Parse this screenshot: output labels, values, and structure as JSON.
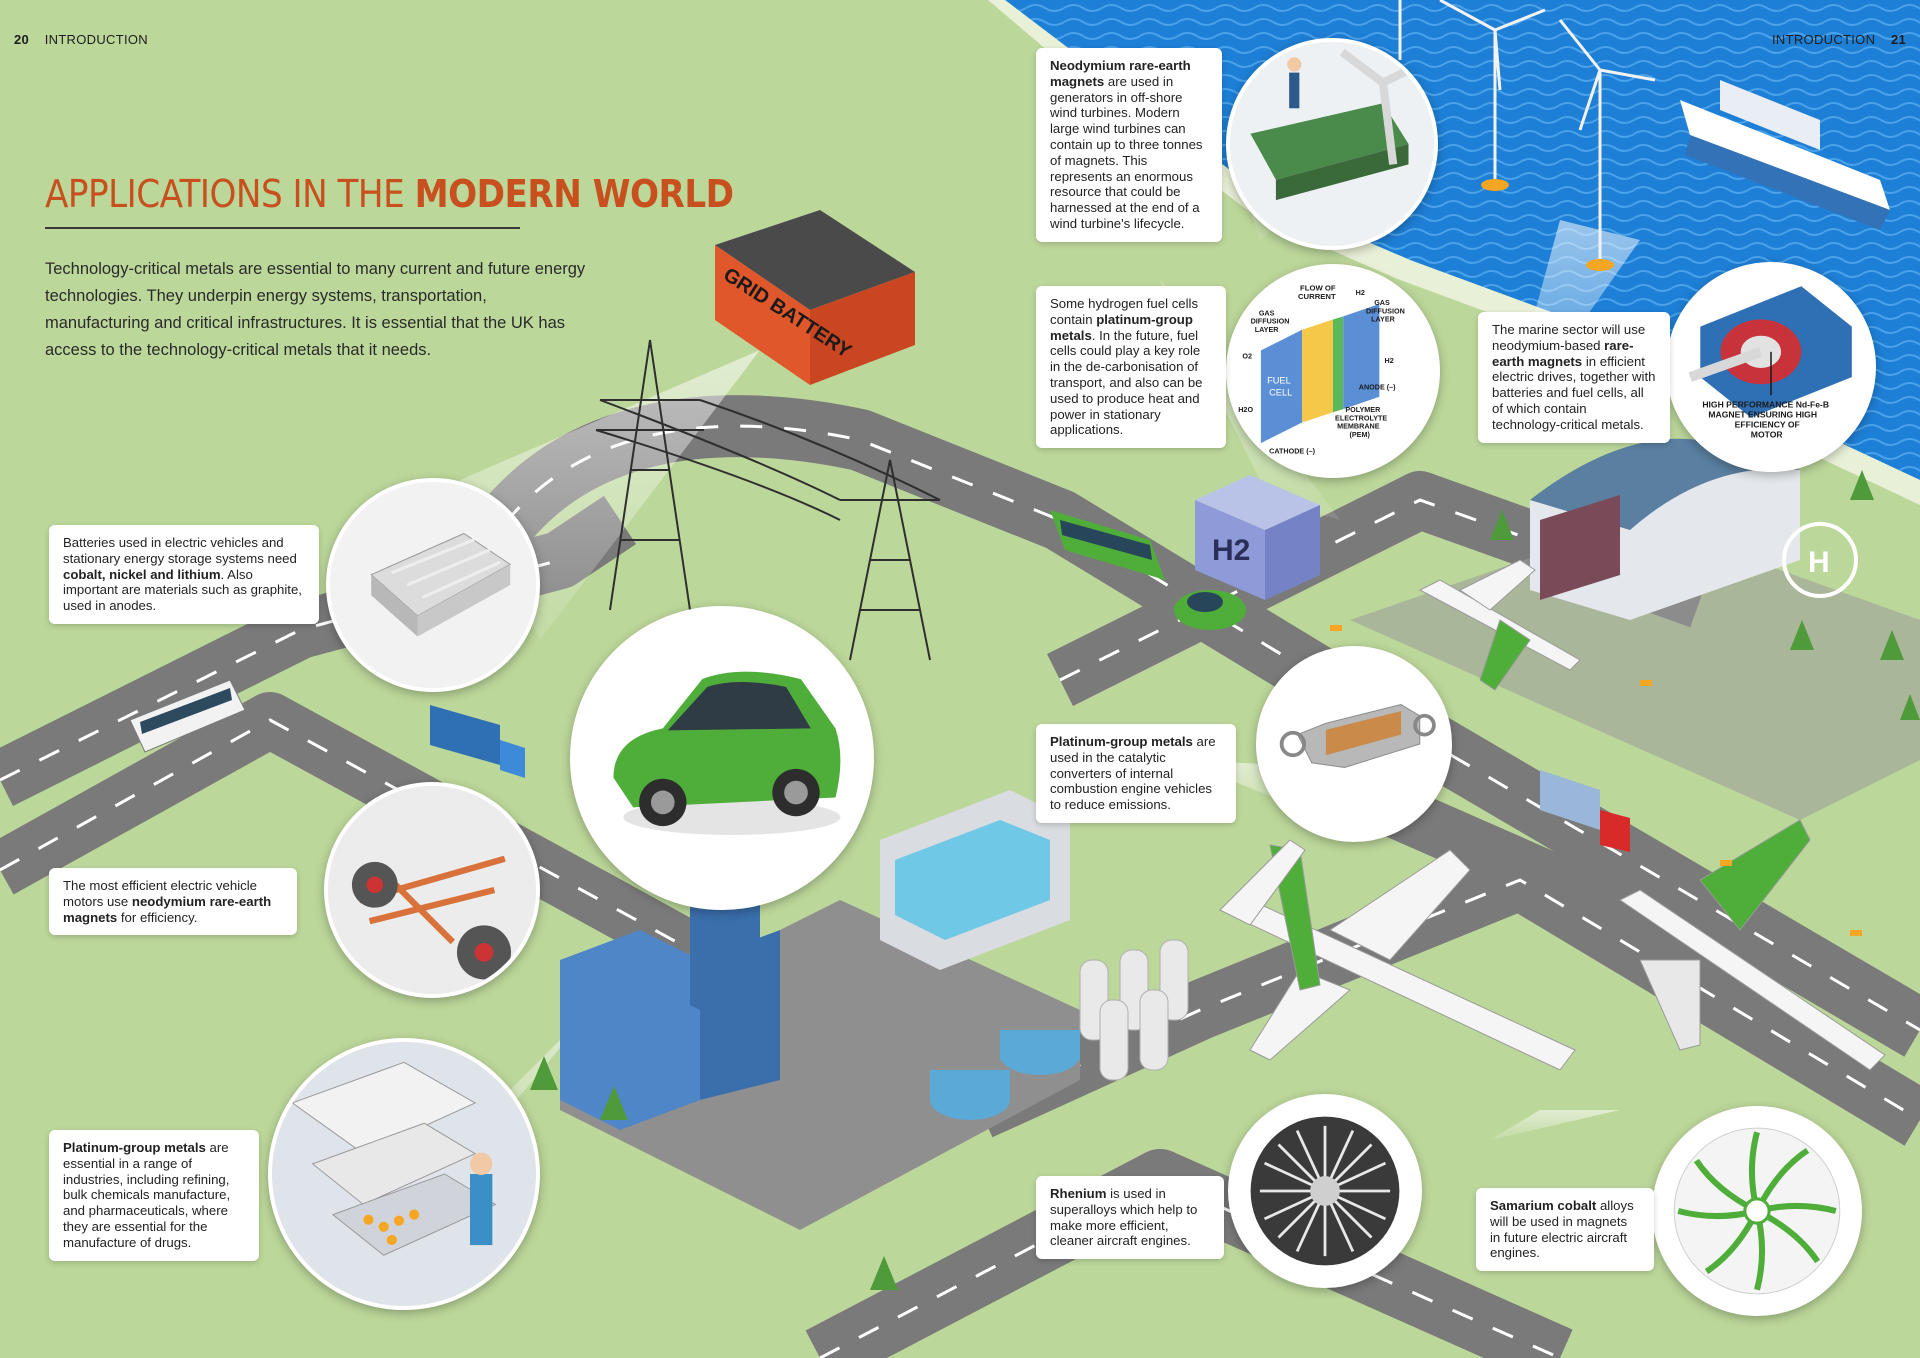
{
  "header": {
    "left_page_number": "20",
    "left_section": "INTRODUCTION",
    "right_section": "INTRODUCTION",
    "right_page_number": "21"
  },
  "title": {
    "regular": "APPLICATIONS IN THE ",
    "bold": "MODERN WORLD"
  },
  "intro": "Technology-critical metals are essential to many current and future energy technologies. They underpin energy systems, transportation, manufacturing and critical infrastructures. It is essential that the UK has access to the technology-critical metals that it needs.",
  "battery_label": "GRID BATTERY",
  "h2_label": "H2",
  "callouts": {
    "batteries": {
      "pre": "Batteries used in electric vehicles and stationary energy storage systems need ",
      "bold": "cobalt, nickel and lithium",
      "post": ". Also important are materials such as graphite, used in anodes."
    },
    "ev_motors": {
      "pre": "The most efficient electric vehicle motors use ",
      "bold": "neodymium rare-earth magnets",
      "post": " for efficiency."
    },
    "pgm_industry": {
      "pre": "",
      "bold": "Platinum-group metals",
      "post": " are essential in a range of industries, including refining, bulk chemicals manufacture, and pharmaceuticals, where they are essential for the manufacture of drugs."
    },
    "neodymium_wind": {
      "pre": "",
      "bold": "Neodymium rare-earth magnets",
      "post": " are used in generators in off-shore wind turbines. Modern large wind turbines can contain up to three tonnes of magnets. This represents an enormous resource that could be harnessed at the end of a wind turbine's lifecycle."
    },
    "fuel_cells": {
      "pre": "Some hydrogen fuel cells contain ",
      "bold": "platinum-group metals",
      "post": ". In the future, fuel cells could play a key role in the de-carbonisation of transport, and also can be used to produce heat and power in stationary applications."
    },
    "marine": {
      "pre": "The marine sector will use neodymium-based ",
      "bold": "rare-earth magnets",
      "post": " in efficient electric drives, together with batteries and fuel cells, all of which contain technology-critical metals."
    },
    "catalytic": {
      "pre": "",
      "bold": "Platinum-group metals",
      "post": " are used in the catalytic converters of internal combustion engine vehicles to reduce emissions."
    },
    "rhenium": {
      "pre": "",
      "bold": "Rhenium",
      "post": " is used in superalloys which help to make more efficient, cleaner aircraft engines."
    },
    "samarium": {
      "pre": "",
      "bold": "Samarium cobalt",
      "post": " alloys will be used in magnets in future electric aircraft engines."
    }
  },
  "fuel_cell_diagram": {
    "flow": [
      "FLOW OF",
      "CURRENT"
    ],
    "gdl_left": [
      "GAS",
      "DIFFUSION",
      "LAYER"
    ],
    "gdl_right": [
      "GAS",
      "DIFFUSION",
      "LAYER"
    ],
    "o2": "O2",
    "h2_top": "H2",
    "h2_mid": "H2",
    "h2o": "H2O",
    "fuel_cell": [
      "FUEL",
      "CELL"
    ],
    "anode": "ANODE (–)",
    "cathode": "CATHODE (–)",
    "pem": [
      "POLYMER",
      "ELECTROLYTE",
      "MEMBRANE",
      "(PEM)"
    ]
  },
  "motor_diagram": {
    "caption": [
      "HIGH PERFORMANCE Nd-Fe-B",
      "MAGNET ENSURING HIGH",
      "EFFICIENCY OF",
      "MOTOR"
    ]
  },
  "colors": {
    "accent": "#c8501e",
    "grass": "#bcd79a",
    "sea": "#1e7fd6",
    "road": "#7a7a7a",
    "vehicle_green": "#4fae3a"
  }
}
